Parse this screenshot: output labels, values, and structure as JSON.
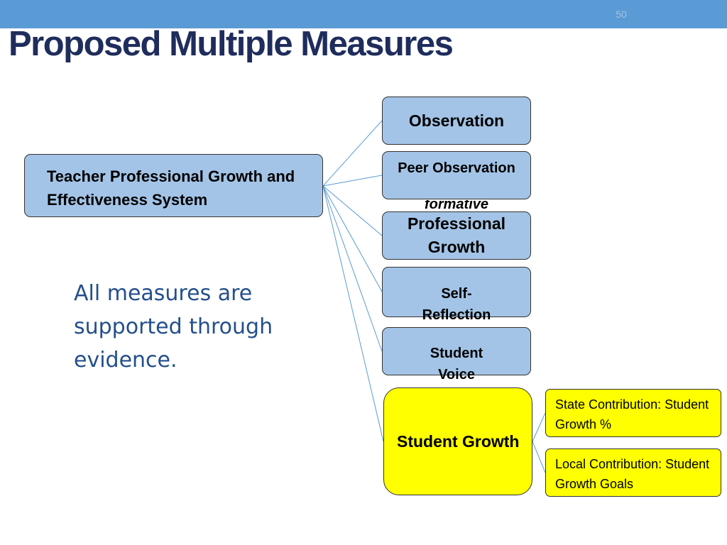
{
  "slide": {
    "number": "50",
    "title": "Proposed Multiple Measures",
    "body_text": "All measures are supported through evidence."
  },
  "diagram": {
    "root": {
      "label": "Teacher Professional Growth and Effectiveness System"
    },
    "measures": [
      {
        "label": "Observation"
      },
      {
        "label": "Peer Observation",
        "note": "formative"
      },
      {
        "label": "Professional Growth"
      },
      {
        "label": "Self-Reflection"
      },
      {
        "label": "Student Voice"
      },
      {
        "label": "Student Growth",
        "children": [
          {
            "label": "State Contribution: Student Growth %"
          },
          {
            "label": "Local Contribution: Student Growth Goals"
          }
        ]
      }
    ]
  },
  "colors": {
    "top_bar": "#5b9bd5",
    "title": "#1f2d5c",
    "box_fill": "#a3c4e6",
    "highlight_fill": "#ffff00",
    "connector": "#5b9bd5",
    "body_text": "#244f8c"
  }
}
